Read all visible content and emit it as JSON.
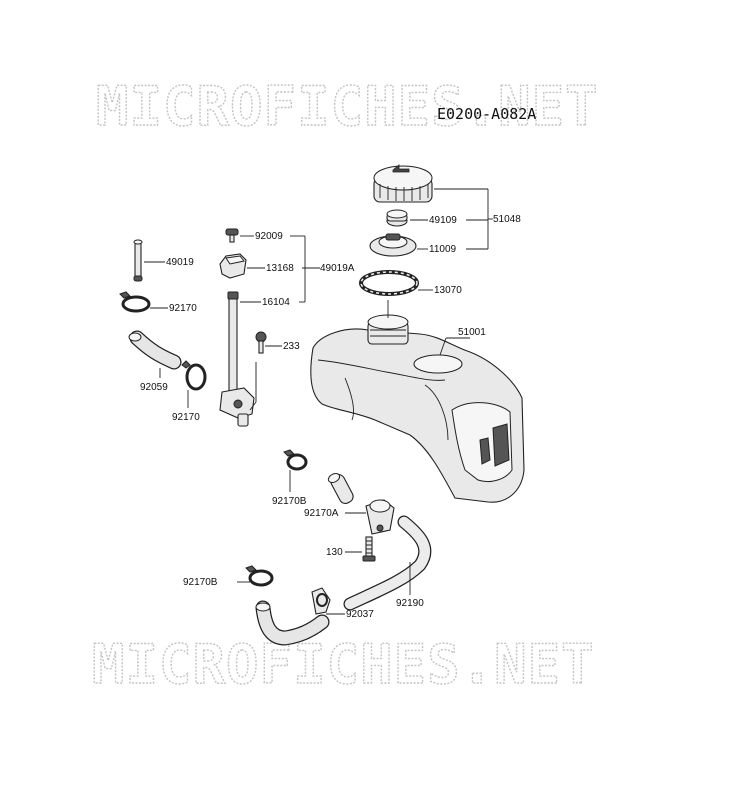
{
  "watermark": {
    "top": "MICROFICHES.NET",
    "bottom": "MICROFICHES.NET"
  },
  "diagram_code": "E0200-A082A",
  "parts": {
    "p51048": "51048",
    "p49109": "49109",
    "p11009": "11009",
    "p13070": "13070",
    "p51001": "51001",
    "p92009": "92009",
    "p13168": "13168",
    "p49019A": "49019A",
    "p16104": "16104",
    "p233": "233",
    "p49019": "49019",
    "p92170_top": "92170",
    "p92059": "92059",
    "p92170_mid": "92170",
    "p92170B_top": "92170B",
    "p92170A": "92170A",
    "p130": "130",
    "p92170B_bottom": "92170B",
    "p92190": "92190",
    "p92037": "92037"
  }
}
